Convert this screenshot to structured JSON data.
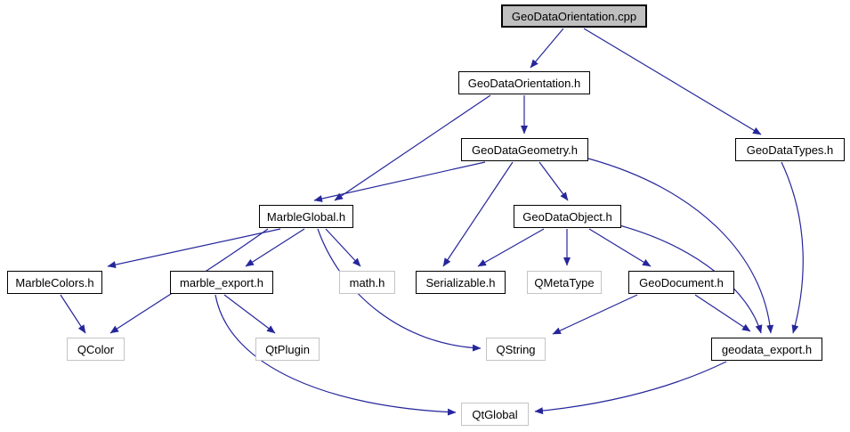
{
  "diagram": {
    "kind": "include-dependency-graph",
    "edge_color": "#26269b",
    "root_fill_color": "#bfbfbf",
    "external_border_color": "#c4c4c4",
    "nodes": [
      {
        "label": "GeoDataOrientation.cpp",
        "kind": "root"
      },
      {
        "label": "GeoDataOrientation.h",
        "kind": "internal"
      },
      {
        "label": "GeoDataGeometry.h",
        "kind": "internal"
      },
      {
        "label": "GeoDataTypes.h",
        "kind": "internal"
      },
      {
        "label": "MarbleGlobal.h",
        "kind": "internal"
      },
      {
        "label": "GeoDataObject.h",
        "kind": "internal"
      },
      {
        "label": "MarbleColors.h",
        "kind": "internal"
      },
      {
        "label": "marble_export.h",
        "kind": "internal"
      },
      {
        "label": "math.h",
        "kind": "external"
      },
      {
        "label": "Serializable.h",
        "kind": "internal"
      },
      {
        "label": "QMetaType",
        "kind": "external"
      },
      {
        "label": "GeoDocument.h",
        "kind": "internal"
      },
      {
        "label": "QColor",
        "kind": "external"
      },
      {
        "label": "QtPlugin",
        "kind": "external"
      },
      {
        "label": "QString",
        "kind": "external"
      },
      {
        "label": "geodata_export.h",
        "kind": "internal"
      },
      {
        "label": "QtGlobal",
        "kind": "external"
      }
    ],
    "edges": [
      {
        "from": "GeoDataOrientation.cpp",
        "to": "GeoDataOrientation.h"
      },
      {
        "from": "GeoDataOrientation.cpp",
        "to": "GeoDataTypes.h"
      },
      {
        "from": "GeoDataOrientation.h",
        "to": "GeoDataGeometry.h"
      },
      {
        "from": "GeoDataOrientation.h",
        "to": "MarbleGlobal.h"
      },
      {
        "from": "GeoDataGeometry.h",
        "to": "MarbleGlobal.h"
      },
      {
        "from": "GeoDataGeometry.h",
        "to": "GeoDataObject.h"
      },
      {
        "from": "GeoDataGeometry.h",
        "to": "Serializable.h"
      },
      {
        "from": "GeoDataGeometry.h",
        "to": "geodata_export.h"
      },
      {
        "from": "GeoDataTypes.h",
        "to": "geodata_export.h"
      },
      {
        "from": "MarbleGlobal.h",
        "to": "MarbleColors.h"
      },
      {
        "from": "MarbleGlobal.h",
        "to": "marble_export.h"
      },
      {
        "from": "MarbleGlobal.h",
        "to": "math.h"
      },
      {
        "from": "MarbleGlobal.h",
        "to": "QColor"
      },
      {
        "from": "MarbleGlobal.h",
        "to": "QString"
      },
      {
        "from": "MarbleColors.h",
        "to": "QColor"
      },
      {
        "from": "marble_export.h",
        "to": "QtPlugin"
      },
      {
        "from": "marble_export.h",
        "to": "QtGlobal"
      },
      {
        "from": "GeoDataObject.h",
        "to": "Serializable.h"
      },
      {
        "from": "GeoDataObject.h",
        "to": "QMetaType"
      },
      {
        "from": "GeoDataObject.h",
        "to": "GeoDocument.h"
      },
      {
        "from": "GeoDataObject.h",
        "to": "geodata_export.h"
      },
      {
        "from": "GeoDocument.h",
        "to": "QString"
      },
      {
        "from": "GeoDocument.h",
        "to": "geodata_export.h"
      },
      {
        "from": "geodata_export.h",
        "to": "QtGlobal"
      }
    ]
  }
}
